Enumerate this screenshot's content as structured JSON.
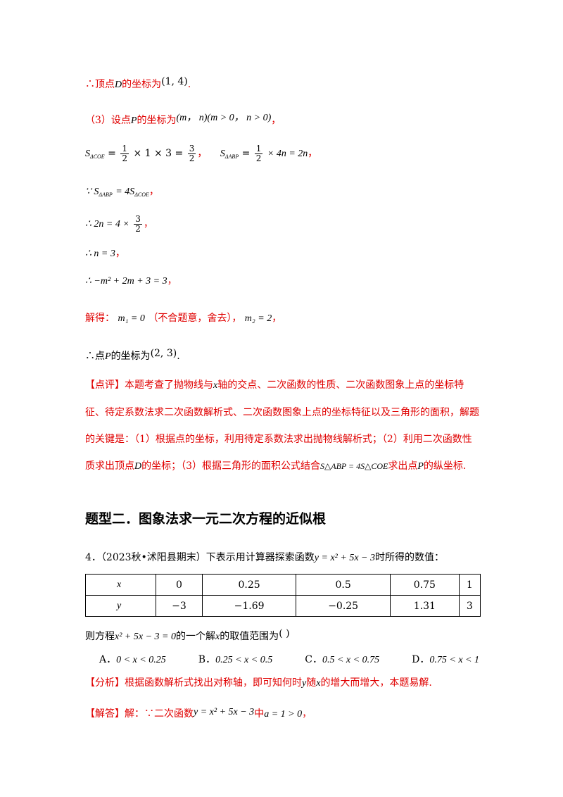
{
  "lines": {
    "l1_a": "∴顶点",
    "l1_D": "D",
    "l1_b": "的坐标为",
    "l1_c": "(1, 4)",
    "l1_d": ".",
    "l2_a": "（3）设点",
    "l2_P": "P",
    "l2_b": "的坐标为",
    "l2_c": "(m， n)(m > 0， n > 0)",
    "l2_d": "，",
    "l3_S1": "S",
    "l3_s1": "ΔCOE",
    "l3_eq1": "=",
    "l3_f1n": "1",
    "l3_f1d": "2",
    "l3_mid": "× 1 × 3 =",
    "l3_f2n": "3",
    "l3_f2d": "2",
    "l3_c1": "，",
    "l3_S2": "S",
    "l3_s2": "ΔABP",
    "l3_eq2": "=",
    "l3_f3n": "1",
    "l3_f3d": "2",
    "l3_end": "× 4n = 2n",
    "l3_c2": "，",
    "l4_a": "∵ S",
    "l4_s1": "ΔABP",
    "l4_b": "= 4S",
    "l4_s2": "ΔCOE",
    "l4_c": "，",
    "l5_a": "∴ 2n = 4 ×",
    "l5_fn": "3",
    "l5_fd": "2",
    "l5_c": "，",
    "l6_a": "∴ n = 3",
    "l6_c": "，",
    "l7_a": "∴ −m² + 2m + 3 = 3",
    "l7_c": "，",
    "l8_a": "解得：",
    "l8_b": "m₁ = 0",
    "l8_c": "（不合题意，舍去），",
    "l8_d": "m₂ = 2",
    "l8_e": "，",
    "l9_a": "∴点",
    "l9_P": "P",
    "l9_b": "的坐标为",
    "l9_c": "(2, 3)",
    "l9_d": "."
  },
  "comment": {
    "p1_a": "【点评】本题考查了抛物线与",
    "p1_x": "x",
    "p1_b": "轴的交点、二次函数的性质、二次函数图象上点的坐标特征、待定系数法求二次函数解析式、二次函数图象上点的坐标特征以及三角形的面积，解题的关键是：（1）根据点的坐标，利用待定系数法求出抛物线解析式；（2）利用二次函数性质求出顶点",
    "p1_D": "D",
    "p1_c": "的坐标；（3）根据三角形的面积公式结合",
    "p1_f": "S△ABP = 4S△COE",
    "p1_d": "求出点",
    "p1_P": "P",
    "p1_e": "的纵坐标."
  },
  "section_title": "题型二．图象法求一元二次方程的近似根",
  "question": {
    "a": "4．（2023秋•沭阳县期末）下表示用计算器探索函数",
    "func": "y = x² + 5x − 3",
    "b": "时所得的数值："
  },
  "table": {
    "x_label": "x",
    "y_label": "y",
    "x": [
      "0",
      "0.25",
      "0.5",
      "0.75",
      "1"
    ],
    "y": [
      "−3",
      "−1.69",
      "−0.25",
      "1.31",
      "3"
    ]
  },
  "ask": {
    "a": "则方程",
    "eq": "x² + 5x − 3 = 0",
    "b": "的一个解",
    "x": "x",
    "c": "的取值范围为",
    "d": "(     )"
  },
  "options": [
    {
      "label": "A．",
      "value": "0 < x < 0.25"
    },
    {
      "label": "B．",
      "value": "0.25 < x < 0.5"
    },
    {
      "label": "C．",
      "value": "0.5 < x < 0.75"
    },
    {
      "label": "D．",
      "value": "0.75 < x < 1"
    }
  ],
  "analysis": {
    "a": "【分析】根据函数解析式找出对称轴，即可知何时",
    "y": "y",
    "b": "随",
    "x": "x",
    "c": "的增大而增大，本题易解."
  },
  "answer": {
    "a": "【解答】解：∵二次函数",
    "func": "y = x² + 5x − 3",
    "b": "中",
    "c": "a = 1 > 0",
    "d": "，"
  }
}
